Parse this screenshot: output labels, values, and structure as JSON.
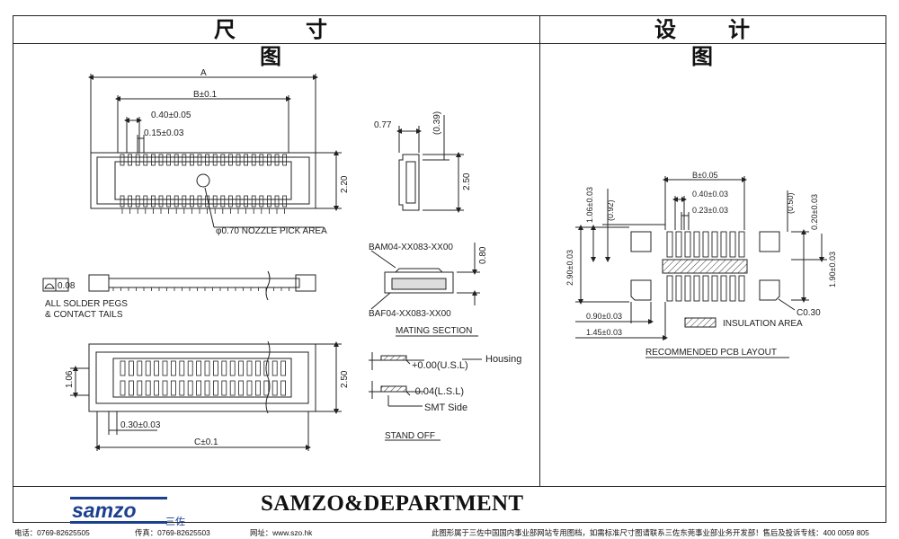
{
  "header": {
    "left_title": "尺寸图",
    "right_title": "设计图"
  },
  "left_panel": {
    "top_view": {
      "dim_A": "A",
      "dim_B": "B±0.1",
      "dim_pitch": "0.40±0.05",
      "dim_lead": "0.15±0.03",
      "dim_height": "2.20",
      "nozzle_label": "φ0.70 NOZZLE PICK AREA"
    },
    "side_view": {
      "coplanarity": "0.08",
      "note_line1": "ALL SOLDER PEGS",
      "note_line2": "& CONTACT TAILS"
    },
    "bottom_view": {
      "dim_106": "1.06",
      "dim_250": "2.50",
      "dim_030": "0.30±0.03",
      "dim_C": "C±0.1"
    },
    "end_view": {
      "dim_077": "0.77",
      "dim_039": "(0.39)",
      "dim_250": "2.50"
    },
    "mating": {
      "part_top": "BAM04-XX083-XX00",
      "part_bottom": "BAF04-XX083-XX00",
      "dim_080": "0.80",
      "caption": "MATING SECTION"
    },
    "stand_off": {
      "housing": "Housing",
      "usl": "+0.00(U.S.L)",
      "lsl": "-0.04(L.S.L)",
      "smt": "SMT Side",
      "caption": "STAND OFF"
    }
  },
  "right_panel": {
    "dim_B": "B±0.05",
    "dim_040": "0.40±0.03",
    "dim_023": "0.23±0.03",
    "dim_106": "1.06±0.03",
    "dim_092": "(0.92)",
    "dim_050": "(0.50)",
    "dim_020": "0.20±0.03",
    "dim_290": "2.90±0.03",
    "dim_190": "1.90±0.03",
    "dim_090": "0.90±0.03",
    "dim_145": "1.45±0.03",
    "chamfer": "C0.30",
    "legend": "INSULATION AREA",
    "caption": "RECOMMENDED PCB LAYOUT"
  },
  "footer": {
    "logo_text": "samzo",
    "logo_sub": "三佐",
    "company": "SAMZO&DEPARTMENT",
    "phone": "电话：0769-82625505",
    "fax": "传真：0769-82625503",
    "website": "网址：www.szo.hk",
    "notice": "此图形属于三佐中国国内事业部网站专用图档，如需标准尺寸图请联系三佐东莞事业部业务开发部！售后及投诉专线：400 0059 805"
  }
}
